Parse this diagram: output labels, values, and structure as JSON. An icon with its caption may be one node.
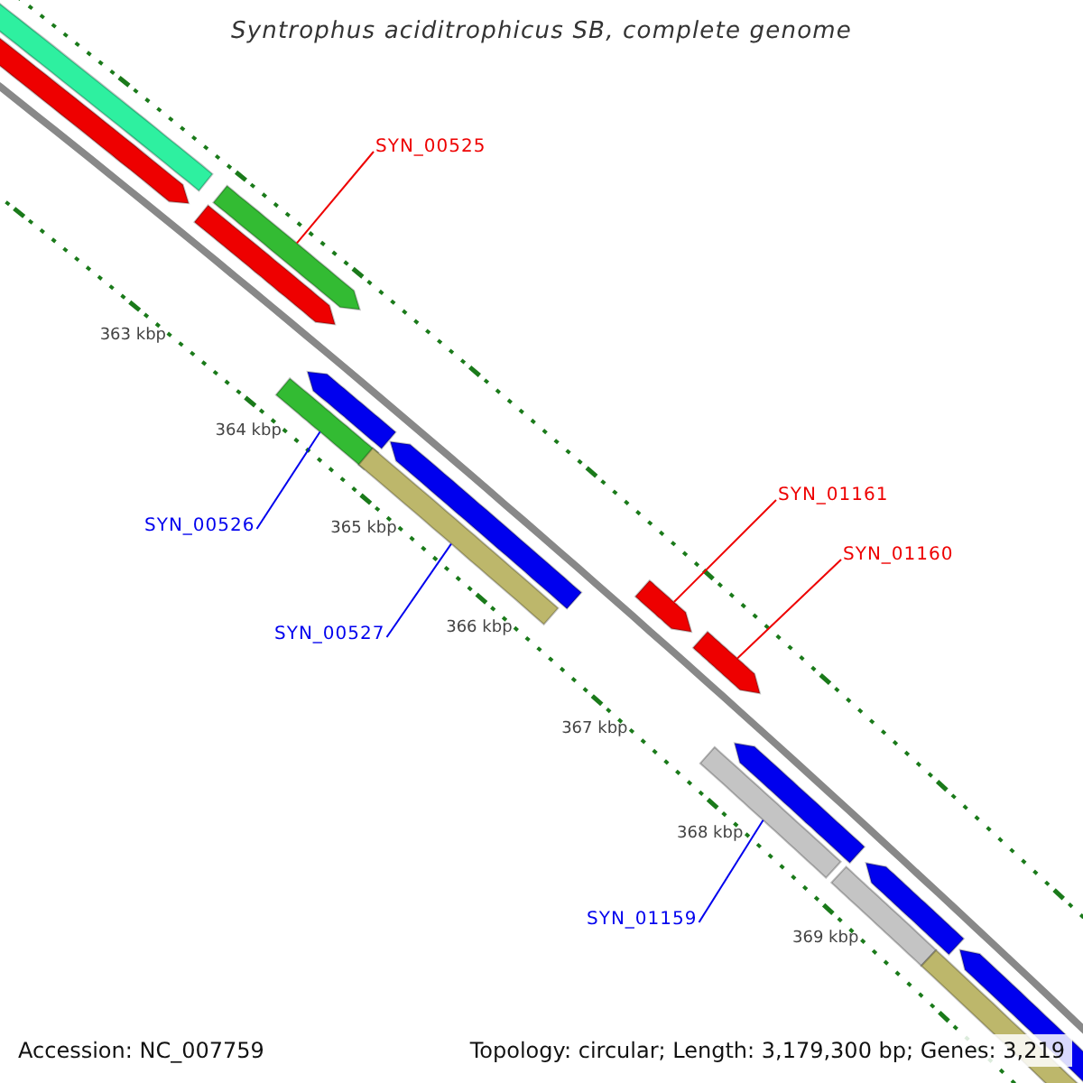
{
  "diagram": {
    "title": "Syntrophus aciditrophicus SB, complete genome",
    "nodes": [
      {
        "text": [
          "SYN_00525"
        ]
      },
      {
        "text": [],
        "shape": "arrow"
      },
      {
        "text": [
          "SYN_00526"
        ]
      },
      {
        "text": [],
        "shape": "bar"
      },
      {
        "text": [
          "SYN_00527"
        ]
      },
      {
        "text": [],
        "shape": "bar"
      },
      {
        "text": [
          "SYN_01161"
        ]
      },
      {
        "text": [],
        "shape": "arrow"
      },
      {
        "text": [
          "SYN_01160"
        ]
      },
      {
        "text": [],
        "shape": "arrow"
      },
      {
        "text": [
          "SYN_01159"
        ]
      },
      {
        "text": [],
        "shape": "bar"
      },
      {
        "text": [],
        "shape": "bar"
      },
      {
        "text": [],
        "shape": "arrow"
      },
      {
        "text": [],
        "shape": "arrow"
      },
      {
        "text": [],
        "shape": "arrow"
      },
      {
        "text": [],
        "shape": "arrow"
      },
      {
        "text": [],
        "shape": "arrow"
      },
      {
        "text": [],
        "shape": "bar"
      },
      {
        "text": [],
        "shape": "bar"
      },
      {
        "text": [],
        "shape": "arrow"
      },
      {
        "text": [],
        "shape": "arrow"
      }
    ],
    "edges": [
      {
        "from": 0,
        "to": 1,
        "arrow": "none",
        "color": "#ee0000"
      },
      {
        "from": 2,
        "to": 3,
        "arrow": "none",
        "color": "#0000ee"
      },
      {
        "from": 4,
        "to": 5,
        "arrow": "none",
        "color": "#0000ee"
      },
      {
        "from": 6,
        "to": 7,
        "arrow": "none",
        "color": "#ee0000"
      },
      {
        "from": 8,
        "to": 9,
        "arrow": "none",
        "color": "#ee0000"
      },
      {
        "from": 10,
        "to": 11,
        "arrow": "none",
        "color": "#0000ee"
      }
    ],
    "labels": [
      "363 kbp",
      "364 kbp",
      "365 kbp",
      "366 kbp",
      "367 kbp",
      "368 kbp",
      "369 kbp",
      "Accession: NC_007759",
      "Topology: circular; Length: 3,179,300 bp; Genes: 3,219"
    ]
  }
}
